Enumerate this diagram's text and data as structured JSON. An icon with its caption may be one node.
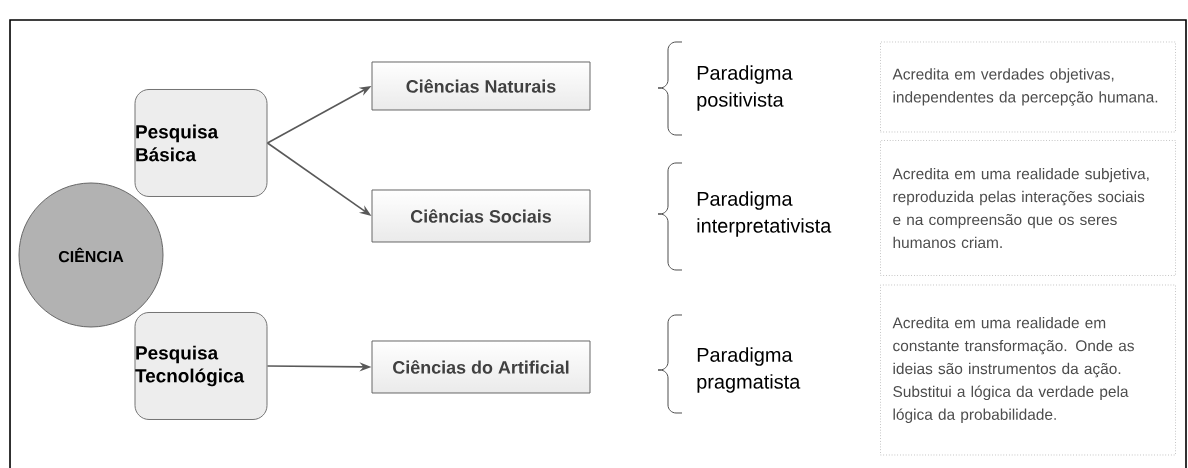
{
  "diagram": {
    "nodes": [
      {
        "text": [
          "Pesquisa Básica"
        ]
      },
      {
        "text": [
          "CIÊNCIA"
        ]
      },
      {
        "text": [
          "Pesquisa Tecnológica"
        ]
      },
      {
        "text": [
          "Ciências Naturais"
        ]
      },
      {
        "text": [
          "Ciências Sociais"
        ]
      },
      {
        "text": [
          "Ciências do Artificial"
        ]
      },
      {
        "text": [
          "Acredita em verdades objetivas, independentes da percepção humana."
        ]
      },
      {
        "text": [
          "Acredita em uma realidade subjetiva, reproduzida pelas interações sociais e na compreensão que os seres humanos criam."
        ]
      },
      {
        "text": [
          "Acredita em uma realidade em constante transformação. Onde as ideias são instrumentos da ação. Substitui a lógica da verdade pela lógica da probabilidade."
        ]
      }
    ],
    "edges": [
      {
        "from": 0,
        "to": 3,
        "arrow": "to"
      },
      {
        "from": 0,
        "to": 4,
        "arrow": "to"
      },
      {
        "from": 2,
        "to": 5,
        "arrow": "to"
      }
    ],
    "labels": [
      "Paradigma positivista",
      "Paradigma interpretativista",
      "Paradigma pragmatista"
    ]
  }
}
